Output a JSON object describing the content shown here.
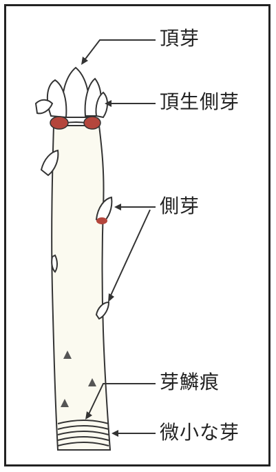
{
  "labels": {
    "terminal_bud": "頂芽",
    "apical_lateral_bud": "頂生側芽",
    "lateral_bud": "側芽",
    "bud_scale_scar": "芽鱗痕",
    "minute_bud": "微小な芽"
  },
  "colors": {
    "stem_fill": "#fbfaf0",
    "outline": "#333333",
    "bud_fill": "#ffffff",
    "red_scar": "#b4463c",
    "frame": "#222222"
  }
}
